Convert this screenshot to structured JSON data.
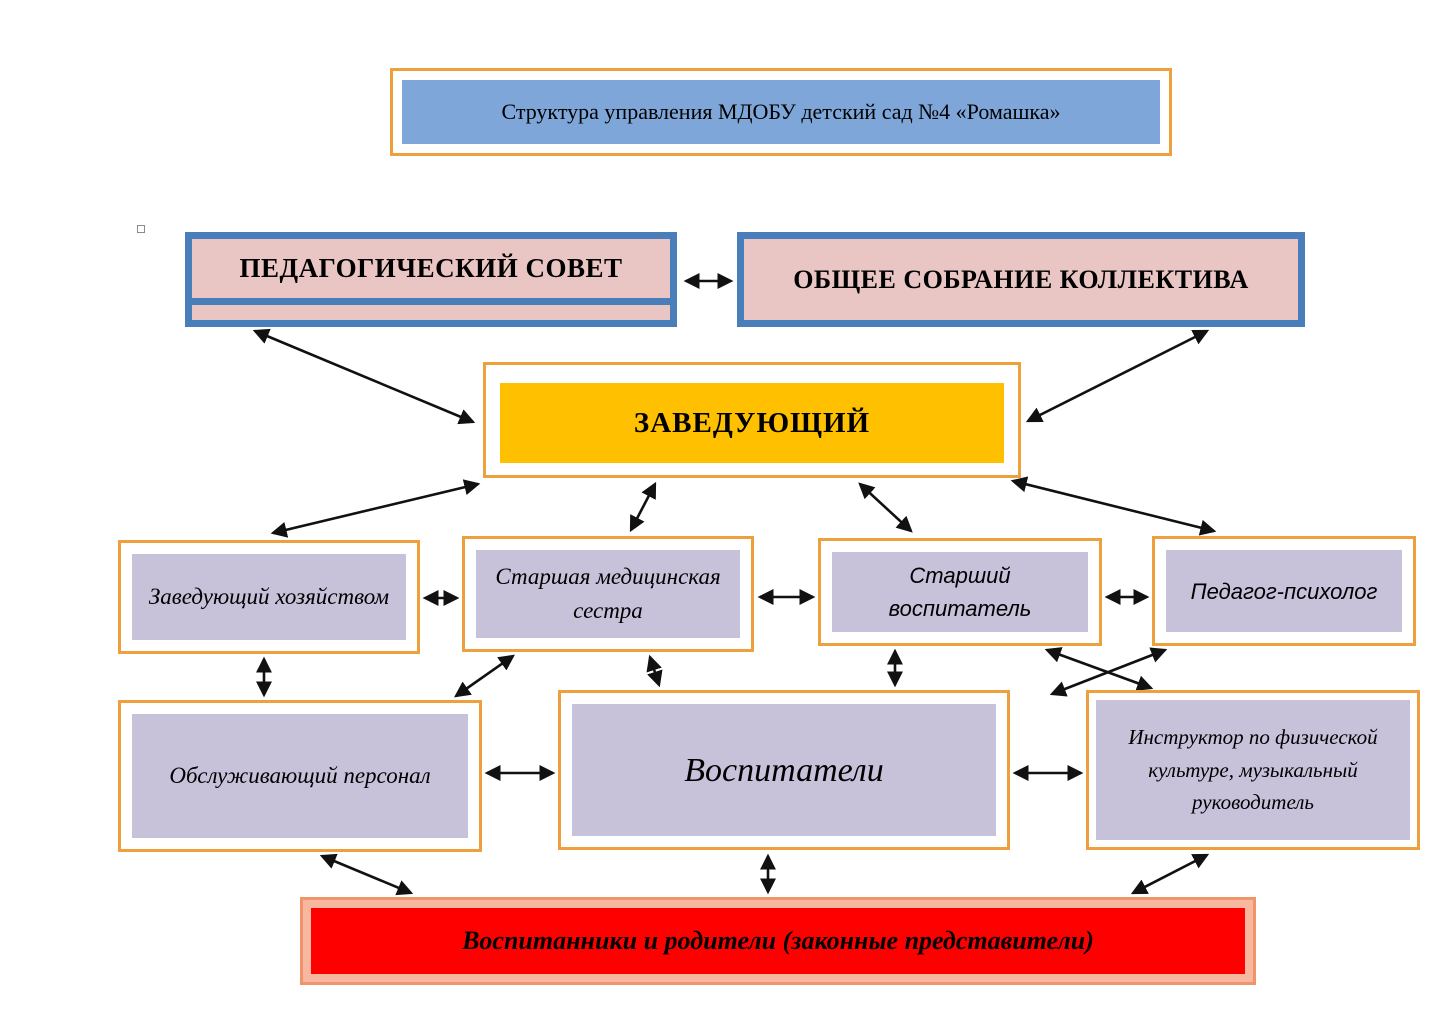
{
  "title": "Структура управления МДОБУ детский сад №4 «Ромашка»",
  "nodes": {
    "pedagogical_council": "ПЕДАГОГИЧЕСКИЙ СОВЕТ",
    "general_assembly": "ОБЩЕЕ СОБРАНИЕ КОЛЛЕКТИВА",
    "head": "ЗАВЕДУЮЩИЙ",
    "household_manager": "Заведующий хозяйством",
    "senior_nurse": "Старшая медицинская сестра",
    "senior_educator": "Старший воспитатель",
    "psychologist": "Педагог-психолог",
    "service_staff": "Обслуживающий персонал",
    "educators": "Воспитатели",
    "instructor": "Инструктор по физической культуре, музыкальный руководитель",
    "children_parents": "Воспитанники и родители (законные представители)"
  },
  "colors": {
    "orange_border": "#ee9f3e",
    "blue_border": "#4a7ebb",
    "pink_fill": "#e9c5c3",
    "title_fill": "#7ea6d8",
    "gold_fill": "#ffc000",
    "lavender_fill": "#c7c1da",
    "red_fill": "#ff0000",
    "red_frame": "#f8b79f",
    "arrow": "#111111"
  }
}
